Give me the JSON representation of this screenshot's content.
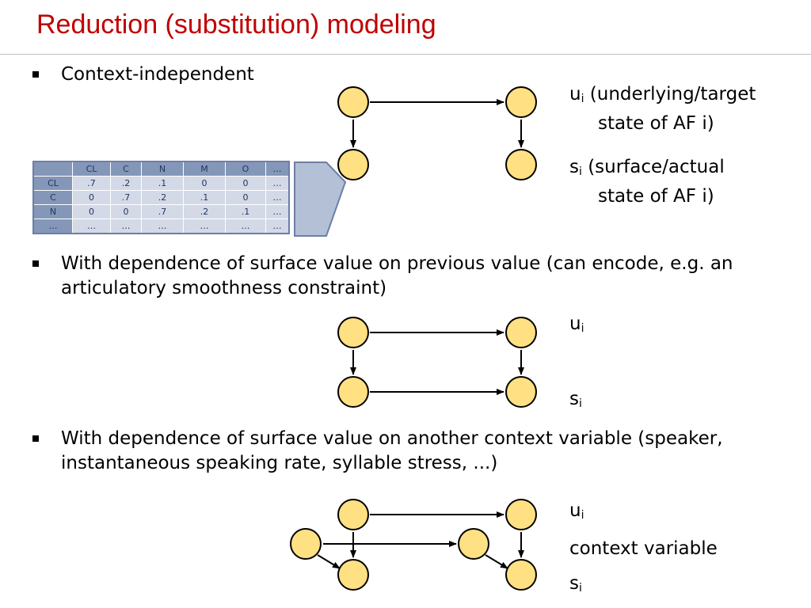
{
  "slide": {
    "title": "Reduction (substitution) modeling"
  },
  "bullets": [
    {
      "text": "Context-independent"
    },
    {
      "text": "With dependence of surface value on previous value (can encode, e.g. an articulatory smoothness constraint)"
    },
    {
      "text": "With dependence of surface value on another context variable (speaker, instantaneous speaking rate, syllable stress, ...)"
    }
  ],
  "diagram1": {
    "u_var": "u",
    "u_sub": "i",
    "u_desc_1": "(underlying/target",
    "u_desc_2": "state of AF i)",
    "s_var": "s",
    "s_sub": "i",
    "s_desc_1": "(surface/actual",
    "s_desc_2": "state of AF i)"
  },
  "diagram2": {
    "u_var": "u",
    "u_sub": "i",
    "s_var": "s",
    "s_sub": "i"
  },
  "diagram3": {
    "u_var": "u",
    "u_sub": "i",
    "context_label": "context variable",
    "s_var": "s",
    "s_sub": "i"
  },
  "cpt_table": {
    "header": [
      "",
      "CL",
      "C",
      "N",
      "M",
      "O",
      "…"
    ],
    "rows": [
      [
        "CL",
        ".7",
        ".2",
        ".1",
        "0",
        "0",
        "…"
      ],
      [
        "C",
        "0",
        ".7",
        ".2",
        ".1",
        "0",
        "…"
      ],
      [
        "N",
        "0",
        "0",
        ".7",
        ".2",
        ".1",
        "…"
      ],
      [
        "…",
        "…",
        "…",
        "…",
        "…",
        "…",
        "…"
      ]
    ]
  },
  "colors": {
    "title": "#c00000",
    "node_fill": "#ffe082",
    "node_stroke": "#000000",
    "table_header": "#8497b8",
    "table_cell": "#d3d9e6",
    "callout": "#b4c0d6"
  }
}
